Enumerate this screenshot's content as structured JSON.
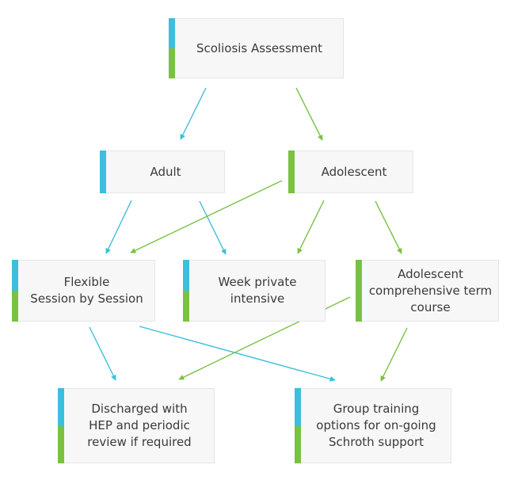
{
  "colors": {
    "blue": "#3bbfdc",
    "green": "#79c142"
  },
  "nodes": [
    {
      "id": "assessment",
      "label": "Scoliosis Assessment",
      "bar": "both"
    },
    {
      "id": "adult",
      "label": "Adult",
      "bar": "blue"
    },
    {
      "id": "adolescent",
      "label": "Adolescent",
      "bar": "green"
    },
    {
      "id": "flexible",
      "label": "Flexible\nSession by Session",
      "bar": "both"
    },
    {
      "id": "week",
      "label": "Week private\nintensive",
      "bar": "both"
    },
    {
      "id": "course",
      "label": "Adolescent\ncomprehensive term\ncourse",
      "bar": "green"
    },
    {
      "id": "discharged",
      "label": "Discharged with\nHEP  and periodic\nreview if required",
      "bar": "both"
    },
    {
      "id": "group",
      "label": "Group training\noptions for on-going\nSchroth support",
      "bar": "both"
    }
  ],
  "edges": [
    {
      "from": "assessment",
      "to": "adult",
      "color": "blue"
    },
    {
      "from": "assessment",
      "to": "adolescent",
      "color": "green"
    },
    {
      "from": "adult",
      "to": "flexible",
      "color": "blue"
    },
    {
      "from": "adult",
      "to": "week",
      "color": "blue"
    },
    {
      "from": "adolescent",
      "to": "flexible",
      "color": "green"
    },
    {
      "from": "adolescent",
      "to": "week",
      "color": "green"
    },
    {
      "from": "adolescent",
      "to": "course",
      "color": "green"
    },
    {
      "from": "flexible",
      "to": "discharged",
      "color": "blue"
    },
    {
      "from": "flexible",
      "to": "group",
      "color": "blue"
    },
    {
      "from": "course",
      "to": "discharged",
      "color": "green"
    },
    {
      "from": "course",
      "to": "group",
      "color": "green"
    }
  ]
}
